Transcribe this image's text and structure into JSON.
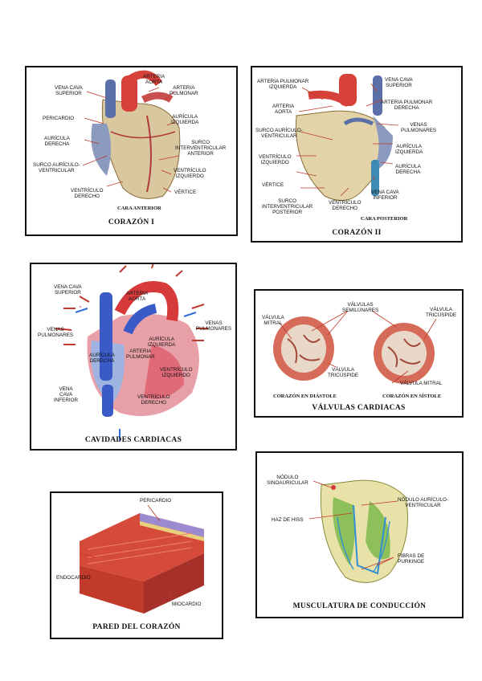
{
  "cards": {
    "corazon1": {
      "title": "CORAZÓN I",
      "subtitle": "CARA ANTERIOR",
      "labels": [
        "ARTERIA\nAORTA",
        "VENA CAVA\nSUPERIOR",
        "ARTERIA\nPULMONAR",
        "PERICARDIO",
        "AURÍCULA\nIZQUIERDA",
        "AURÍCULA\nDERECHA",
        "SURCO\nINTERVENTRICULAR\nANTERIOR",
        "SURCO AURÍCULO-\nVENTRICULAR",
        "VENTRÍCULO\nIZQUIERDO",
        "VENTRÍCULO\nDERECHO",
        "VÉRTICE"
      ]
    },
    "corazon2": {
      "title": "CORAZÓN II",
      "subtitle": "CARA POSTERIOR",
      "labels": [
        "ARTERIA PULMONAR\nIZQUIERDA",
        "VENA CAVA\nSUPERIOR",
        "ARTERIA PULMONAR\nDERECHA",
        "ARTERIA\nAORTA",
        "VENAS\nPULMONARES",
        "SURCO AURÍCULO-\nVENTRICULAR",
        "AURÍCULA\nIZQUIERDA",
        "VENTRÍCULO\nIZQUIERDO",
        "AURÍCULA\nDERECHA",
        "VÉRTICE",
        "VENA CAVA\nINFERIOR",
        "SURCO\nINTERVENTRICULAR\nPOSTERIOR",
        "VENTRÍCULO\nDERECHO"
      ]
    },
    "cavidades": {
      "title": "CAVIDADES CARDIACAS",
      "labels": [
        "VENA CAVA\nSUPERIOR",
        "ARTERIA\nAORTA",
        "VENAS\nPULMONARES",
        "VENAS\nPULMONARES",
        "AURÍCULA\nIZQUIERDA",
        "AURÍCULA\nDERECHA",
        "ARTERIA\nPULMONAR",
        "VENTRÍCULO\nIZQUIERDO",
        "VENA\nCAVA\nINFERIOR",
        "VENTRÍCULO\nDERECHO"
      ]
    },
    "valvulas": {
      "title": "VÁLVULAS CARDIACAS",
      "subtitle_left": "CORAZÓN EN DIÁSTOLE",
      "subtitle_right": "CORAZÓN EN SÍSTOLE",
      "labels": [
        "VÁLVULAS\nSEMILUNARES",
        "VÁLVULA\nMITRAL",
        "VÁLVULA\nTRICÚSPIDE",
        "VÁLVULA\nTRICÚSPIDE",
        "VÁLVULA MITRAL"
      ]
    },
    "pared": {
      "title": "PARED DEL CORAZÓN",
      "labels": [
        "PERICARDIO",
        "ENDOCARDIO",
        "MIOCARDIO"
      ]
    },
    "conduccion": {
      "title": "MUSCULATURA DE CONDUCCIÓN",
      "labels": [
        "NÓDULO\nSINOAURICULAR",
        "NÓDULO AURÍCULO-\nVENTRICULAR",
        "HAZ DE HISS",
        "FIBRAS DE\nPURKINGE"
      ]
    }
  }
}
